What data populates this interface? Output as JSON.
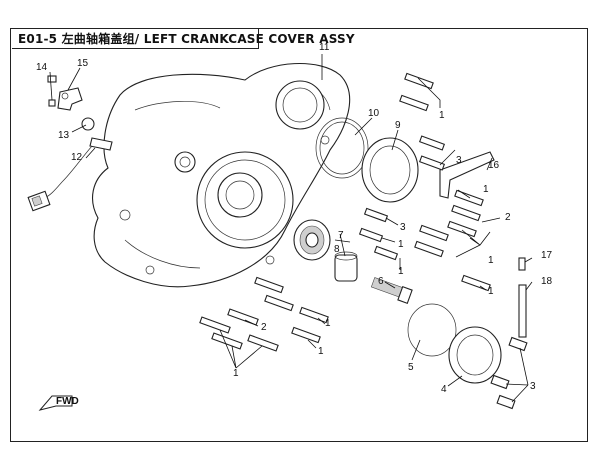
{
  "title": "E01-5 左曲轴箱盖组/ LEFT CRANKCASE COVER ASSY",
  "callouts": [
    {
      "id": "c1a",
      "label": "1"
    },
    {
      "id": "c1b",
      "label": "1"
    },
    {
      "id": "c1c",
      "label": "1"
    },
    {
      "id": "c1d",
      "label": "1"
    },
    {
      "id": "c1e",
      "label": "1"
    },
    {
      "id": "c1f",
      "label": "1"
    },
    {
      "id": "c1g",
      "label": "1"
    },
    {
      "id": "c2a",
      "label": "2"
    },
    {
      "id": "c2b",
      "label": "2"
    },
    {
      "id": "c3a",
      "label": "3"
    },
    {
      "id": "c3b",
      "label": "3"
    },
    {
      "id": "c3c",
      "label": "3"
    },
    {
      "id": "c4",
      "label": "4"
    },
    {
      "id": "c5",
      "label": "5"
    },
    {
      "id": "c6",
      "label": "6"
    },
    {
      "id": "c7",
      "label": "7"
    },
    {
      "id": "c8",
      "label": "8"
    },
    {
      "id": "c9",
      "label": "9"
    },
    {
      "id": "c10",
      "label": "10"
    },
    {
      "id": "c11",
      "label": "11"
    },
    {
      "id": "c12",
      "label": "12"
    },
    {
      "id": "c13",
      "label": "13"
    },
    {
      "id": "c14",
      "label": "14"
    },
    {
      "id": "c15",
      "label": "15"
    },
    {
      "id": "c16",
      "label": "16"
    },
    {
      "id": "c17",
      "label": "17"
    },
    {
      "id": "c18",
      "label": "18"
    }
  ],
  "orientation_badge": "FWD"
}
